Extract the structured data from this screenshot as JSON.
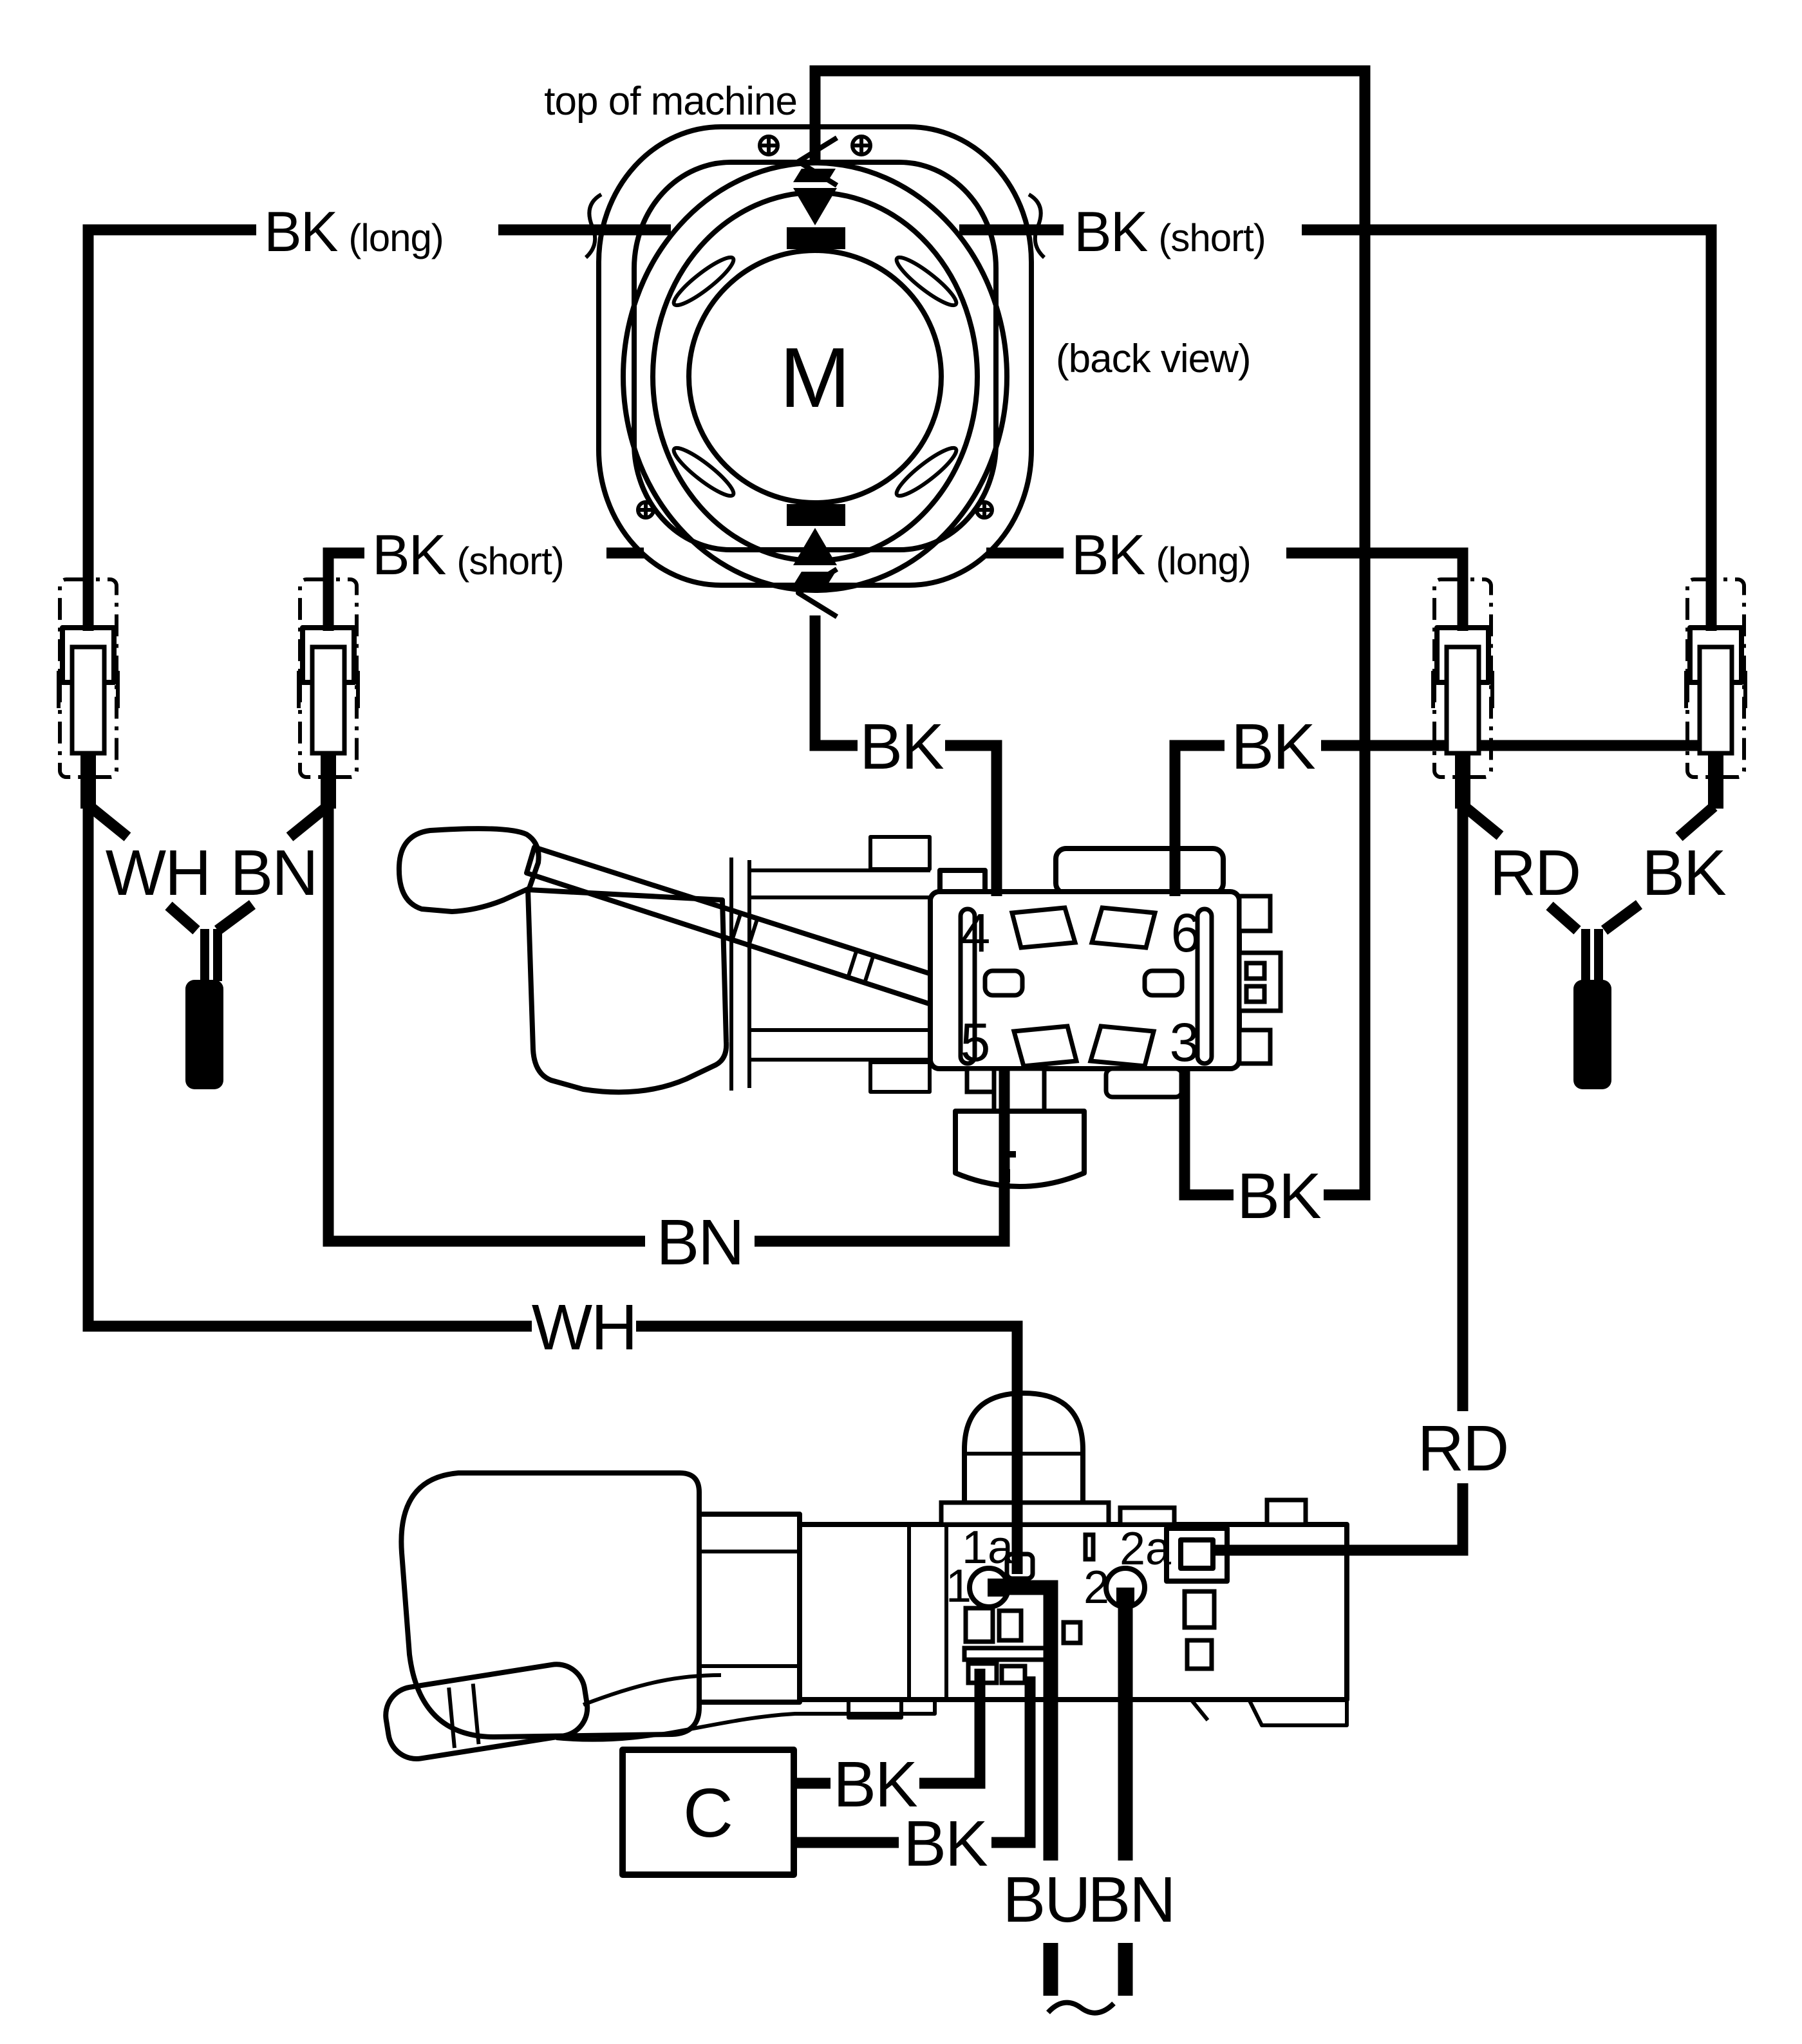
{
  "labels": {
    "top_of_machine": "top of machine",
    "back_view": "(back view)",
    "motor": "M",
    "capacitor": "C",
    "ac_tilde": "~",
    "row1_left": {
      "main": "BK",
      "qual": "(long)"
    },
    "row1_right": {
      "main": "BK",
      "qual": "(short)"
    },
    "row2_left": {
      "main": "BK",
      "qual": "(short)"
    },
    "row2_right": {
      "main": "BK",
      "qual": "(long)"
    },
    "feed_bk_left": "BK",
    "feed_bk_right": "BK",
    "link_bk": "BK",
    "bn_run": "BN",
    "wh_run": "WH",
    "rd_run": "RD",
    "cap_bk_upper": "BK",
    "cap_bk_lower": "BK",
    "mains_blue": "BU",
    "mains_brown": "BN"
  },
  "connector_pairs": {
    "left": [
      "WH",
      "BN"
    ],
    "right": [
      "RD",
      "BK"
    ]
  },
  "reversing_switch": {
    "terminals": [
      "4",
      "6",
      "5",
      "3"
    ]
  },
  "speed_switch": {
    "terminals": [
      "1a",
      "2a",
      "1",
      "2"
    ]
  },
  "colors": {
    "line": "#000000",
    "background": "#ffffff"
  }
}
